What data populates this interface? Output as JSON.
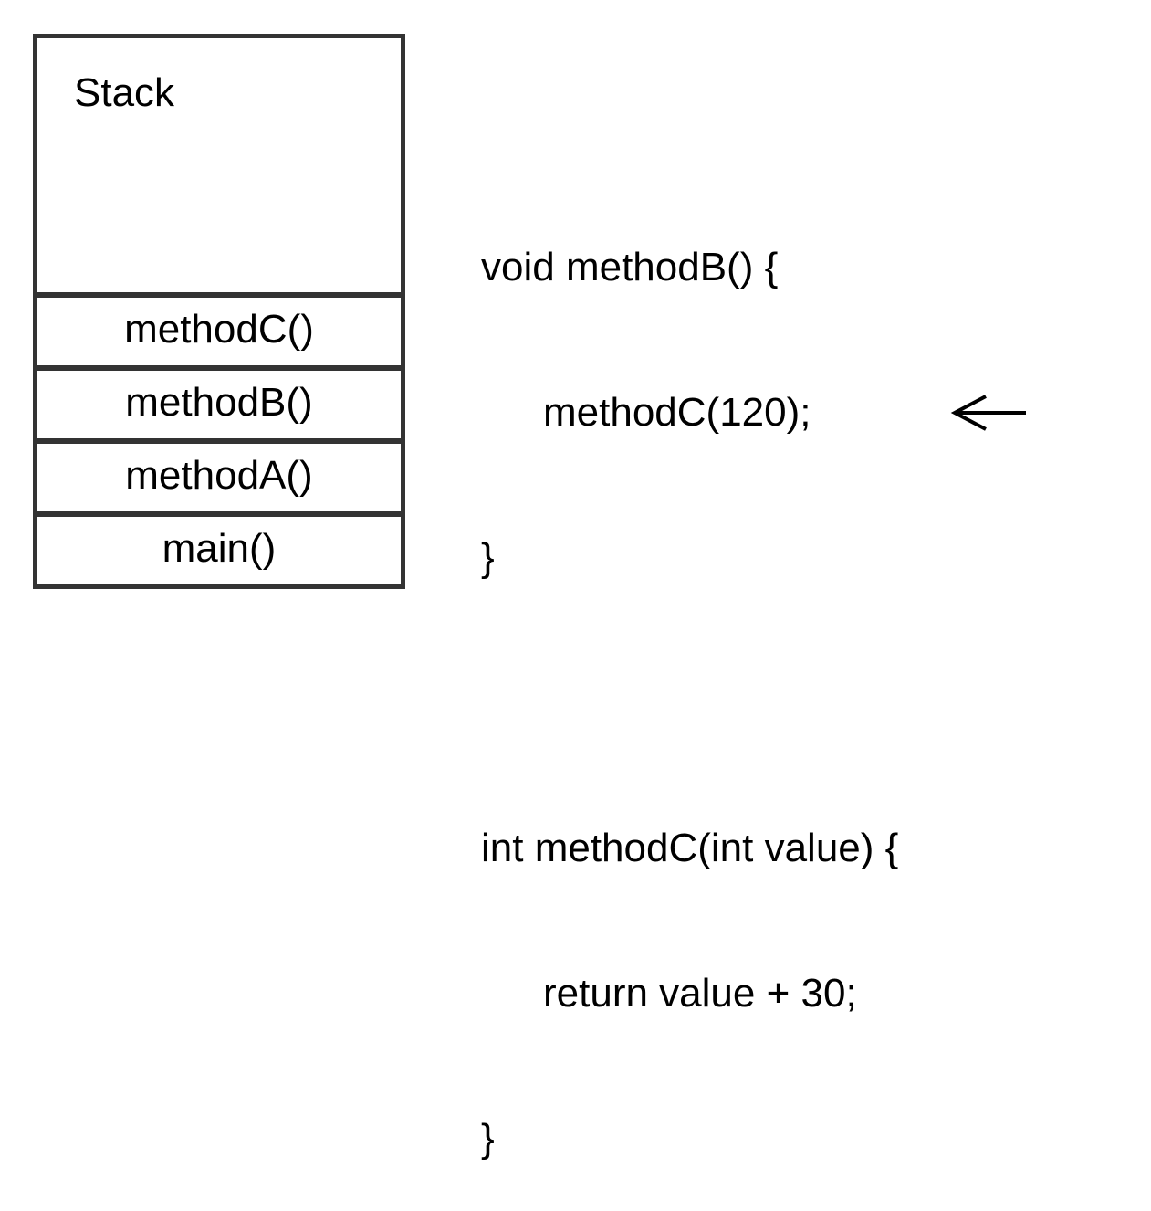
{
  "stack": {
    "title": "Stack",
    "frames": [
      "methodC()",
      "methodB()",
      "methodA()",
      "main()"
    ]
  },
  "code": {
    "lines": [
      "void methodB() {",
      "methodC(120);",
      "}",
      "",
      "int methodC(int value) {",
      "return value + 30;",
      "}"
    ]
  },
  "pointer": {
    "icon": "left-arrow-icon"
  }
}
